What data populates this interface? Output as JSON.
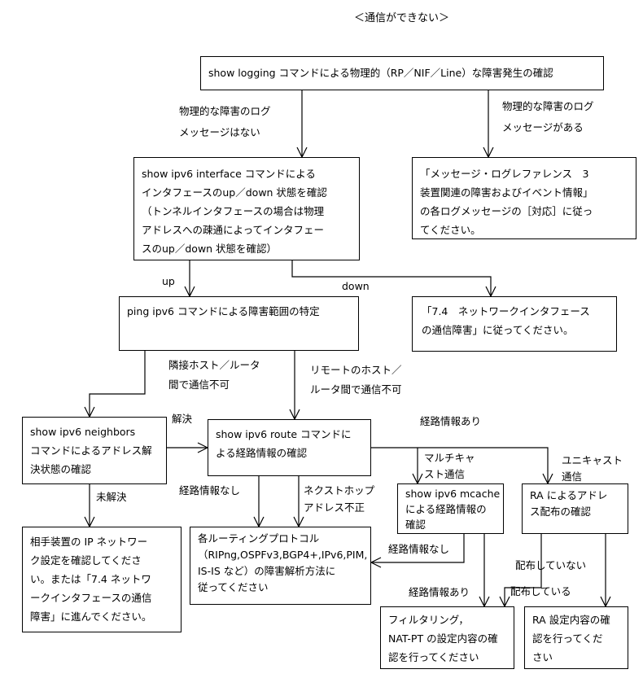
{
  "title": "＜通信ができない＞",
  "boxes": {
    "b1": [
      "show logging コマンドによる物理的（RP／NIF／Line）な障害発生の確認"
    ],
    "b2": [
      "show ipv6 interface コマンドによる",
      "インタフェースのup／down 状態を確認",
      "（トンネルインタフェースの場合は物理",
      "アドレスへの疎通によってインタフェー",
      "スのup／down 状態を確認）"
    ],
    "b3": [
      "「メッセージ・ログレファレンス　3",
      "装置関連の障害およびイベント情報」",
      "の各ログメッセージの［対応］に従っ",
      "てください。"
    ],
    "b4": [
      "ping ipv6 コマンドによる障害範囲の特定"
    ],
    "b5": [
      "「7.4　ネットワークインタフェース",
      "の通信障害」に従ってください。"
    ],
    "b6": [
      "show ipv6 neighbors",
      "コマンドによるアドレス解",
      "決状態の確認"
    ],
    "b7": [
      "show ipv6 route コマンドに",
      "よる経路情報の確認"
    ],
    "b8": [
      "show ipv6 mcache",
      "による経路情報の",
      "確認"
    ],
    "b9": [
      "RA によるアドレ",
      "ス配布の確認"
    ],
    "b10": [
      "相手装置の IP ネットワー",
      "ク設定を確認してくださ",
      "い。または「7.4 ネットワ",
      "ークインタフェースの通信",
      "障害」に進んでください。"
    ],
    "b11": [
      "各ルーティングプロトコル",
      "（RIPng,OSPFv3,BGP4+,IPv6,PIM,",
      "IS-IS など）の障害解析方法に",
      "従ってください"
    ],
    "b12": [
      "フィルタリング，",
      "NAT-PT の設定内容の確",
      "認を行ってください"
    ],
    "b13": [
      "RA 設定内容の確",
      "認を行ってくだ",
      "さい"
    ]
  },
  "labels": {
    "l1": [
      "物理的な障害のログ",
      "メッセージはない"
    ],
    "l2": [
      "物理的な障害のログ",
      "メッセージがある"
    ],
    "l3": [
      "up"
    ],
    "l4": [
      "down"
    ],
    "l5": [
      "隣接ホスト／ルータ",
      "間で通信不可"
    ],
    "l6": [
      "リモートのホスト／",
      "ルータ間で通信不可"
    ],
    "l7": [
      "解決"
    ],
    "l8": [
      "経路情報あり"
    ],
    "l9": [
      "マルチキャ",
      "スト通信"
    ],
    "l10": [
      "ユニキャスト",
      "通信"
    ],
    "l11": [
      "未解決"
    ],
    "l12": [
      "経路情報なし"
    ],
    "l13": [
      "ネクストホップ",
      "アドレス不正"
    ],
    "l14": [
      "経路情報なし"
    ],
    "l15": [
      "経路情報あり"
    ],
    "l16": [
      "配布していない"
    ],
    "l17": [
      "配布している"
    ]
  }
}
